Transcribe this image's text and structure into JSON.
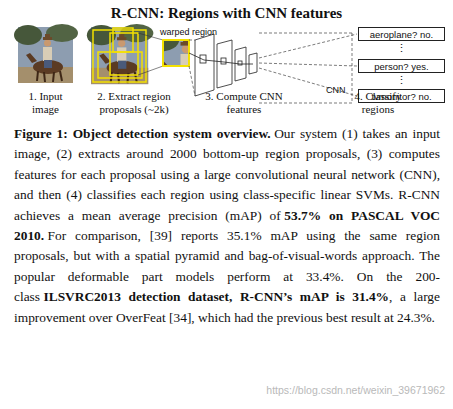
{
  "diagram": {
    "title": "R-CNN: Regions with CNN features",
    "caption": "Figure 1: Object detection system overview.",
    "nodes": [
      {
        "text": [
          "aeroplane? no."
        ]
      },
      {
        "text": [
          "person? yes."
        ]
      },
      {
        "text": [
          "tvmonitor? no."
        ]
      }
    ],
    "labels": [
      "warped region",
      "⋮",
      "⋮",
      "CNN",
      "1. Input image",
      "2. Extract region proposals (~2k)",
      "3. Compute CNN features",
      "4. Classify regions",
      "Our system (1) takes an input image, (2) extracts around 2000 bottom-up region proposals, (3) computes features for each proposal using a large convolutional neural network (CNN), and then (4) classifies each region using class-specific linear SVMs. R-CNN achieves a mean average precision (mAP) of",
      "53.7% on PASCAL VOC 2010.",
      "For comparison, [39] reports 35.1% mAP using the same region proposals, but with a spatial pyramid and bag-of-visual-words approach. The popular deformable part models perform at 33.4%. On the 200-class",
      "ILSVRC2013 detection dataset, R-CNN’s mAP is 31.4%",
      ", a large improvement over OverFeat [34], which had the previous best result at 24.3%.",
      "https://blog.csdn.net/weixin_39671962"
    ]
  }
}
